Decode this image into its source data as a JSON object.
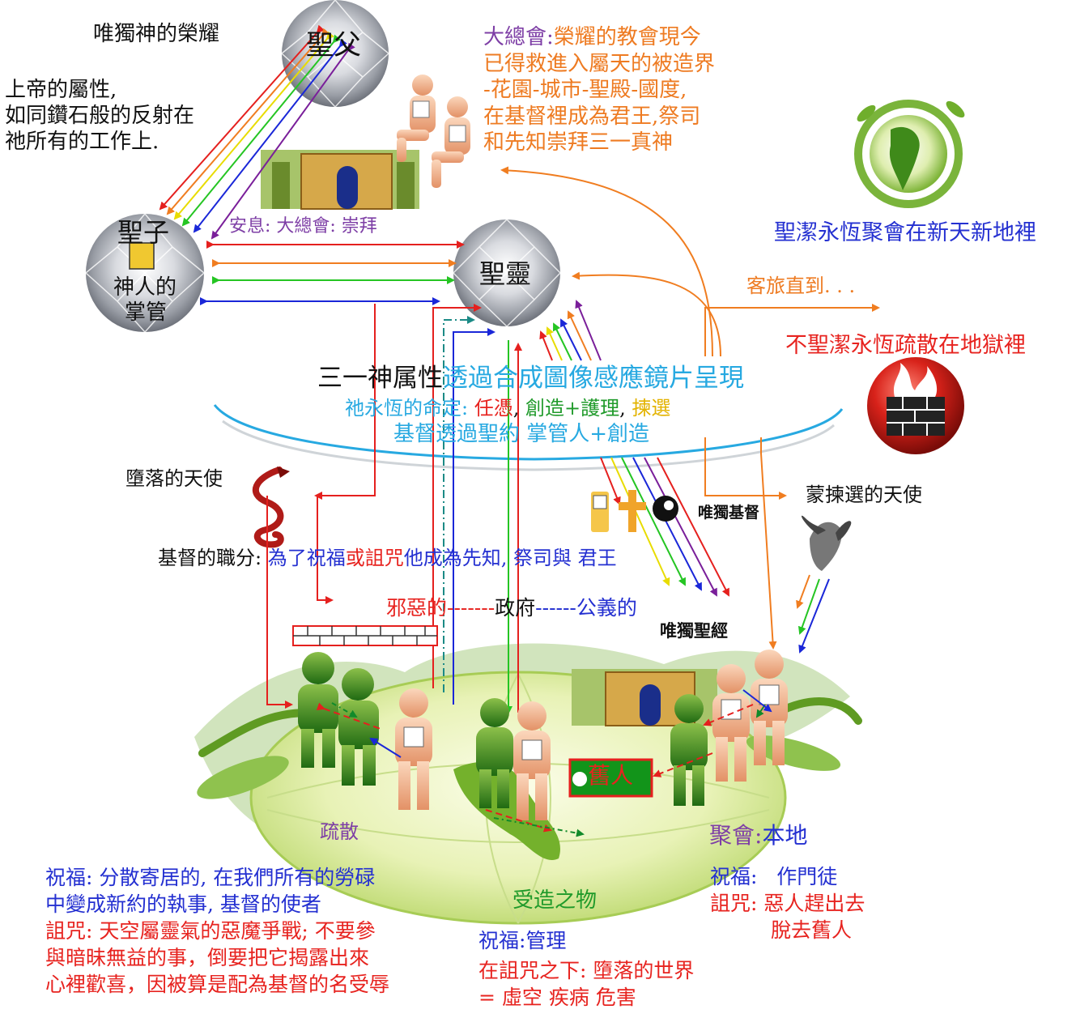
{
  "colors": {
    "red": "#e5201e",
    "orange": "#f07d20",
    "yellow": "#f2e600",
    "green": "#25c523",
    "blue": "#1a27d8",
    "purple": "#7a1f9a",
    "cyan": "#27a9e1",
    "text_purple": "#7e3fa6",
    "text_orange": "#ee7b22",
    "text_blue": "#2430d1",
    "text_red": "#e7231f",
    "text_black": "#111111"
  },
  "top_left": {
    "glory": "唯獨神的榮耀",
    "attributes": [
      "上帝的屬性,",
      "如同鑽石般的反射在",
      "祂所有的工作上."
    ]
  },
  "diamonds": {
    "father": "聖父",
    "son": "聖子",
    "son_sub": [
      "神人的",
      "掌管"
    ],
    "spirit": "聖靈"
  },
  "rest_worship": "安息: 大總會: 崇拜",
  "assembly": {
    "lead": "大總會:",
    "lines": [
      "榮耀的教會現今",
      "已得救進入屬天的被造界",
      "-花園-城市-聖殿-國度,",
      "在基督裡成為君王,祭司",
      "和先知崇拜三一真神"
    ]
  },
  "holy_eternal": "聖潔永恆聚會在新天新地裡",
  "sojourn": "客旅直到. . .",
  "unholy_eternal": "不聖潔永恆疏散在地獄裡",
  "center": {
    "line1_black": "三一神属性",
    "line1_cyan": "透過合成圖像感應鏡片呈現",
    "line2": {
      "a": "祂永恆的命定: ",
      "b": "任憑",
      "c": ", ",
      "d": "創造+護理",
      "e": ", ",
      "f": "揀選"
    },
    "line3": "基督透過聖約 掌管人+創造"
  },
  "fallen_angels": "墮落的天使",
  "elect_angels": "蒙揀選的天使",
  "only_christ": "唯獨基督",
  "offices": {
    "lead": "基督的職分: ",
    "blessing": "為了祝福",
    "or_curse": "或詛咒",
    "rest": "他成為先知, 祭司與 君王"
  },
  "government": {
    "evil": "邪惡的",
    "dash1": "-------",
    "gov": "政府",
    "dash2": "------",
    "righteous": "公義的"
  },
  "only_scripture": "唯獨聖經",
  "old_man": "舊人",
  "scatter": "疏散",
  "gather": {
    "lead": "聚會:",
    "local": "本地"
  },
  "bottom_left": {
    "bless": [
      "祝福: 分散寄居的, 在我們所有的勞碌",
      "中變成新約的執事, 基督的使者"
    ],
    "curse": [
      "詛咒: 天空屬靈氣的惡魔爭戰; 不要參",
      "與暗昧無益的事，倒要把它揭露出來",
      "心裡歡喜，因被算是配為基督的名受辱"
    ]
  },
  "creation": {
    "title": "受造之物",
    "bless": "祝福:管理",
    "curse": [
      "在詛咒之下: 墮落的世界",
      "= 虛空 疾病 危害"
    ]
  },
  "bottom_right": {
    "bless": "祝福:   作門徒",
    "curse": [
      "詛咒: 惡人趕出去",
      "脫去舊人"
    ]
  }
}
